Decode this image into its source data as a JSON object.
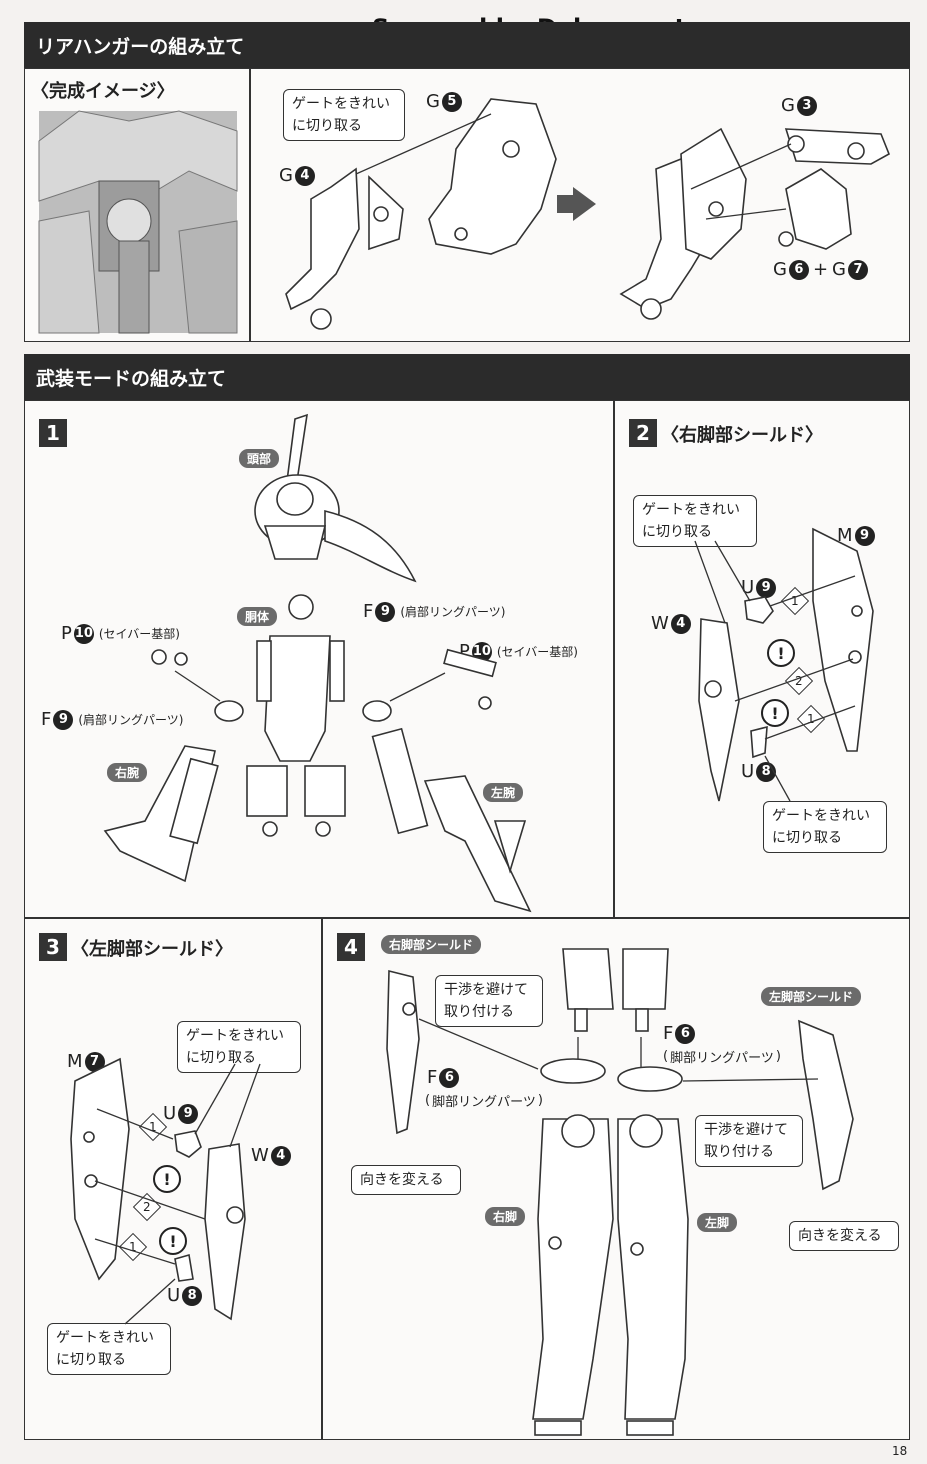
{
  "watermark": "Scanned by Dalong.net",
  "rear_hanger": {
    "title": "リアハンガーの組み立て",
    "complete_image_label": "〈完成イメージ〉",
    "gate_note": [
      "ゲートをきれい",
      "に切り取る"
    ],
    "parts": [
      {
        "letter": "G",
        "num": "5"
      },
      {
        "letter": "G",
        "num": "4"
      },
      {
        "letter": "G",
        "num": "3"
      },
      {
        "letter": "G",
        "num": "6"
      },
      {
        "letter": "G",
        "num": "7"
      }
    ]
  },
  "armed_mode": {
    "title": "武装モードの組み立て",
    "step1": {
      "num": "1",
      "tags": {
        "head": "頭部",
        "body": "胴体",
        "right_arm": "右腕",
        "left_arm": "左腕"
      },
      "parts": [
        {
          "letter": "P",
          "num": "10",
          "desc": "(セイバー基部)"
        },
        {
          "letter": "F",
          "num": "9",
          "desc": "(肩部リングパーツ)"
        },
        {
          "letter": "F",
          "num": "9",
          "desc": "(肩部リングパーツ)"
        },
        {
          "letter": "P",
          "num": "10",
          "desc": "(セイバー基部)"
        }
      ]
    },
    "step2": {
      "num": "2",
      "title": "〈右脚部シールド〉",
      "gate_note": [
        "ゲートをきれい",
        "に切り取る"
      ],
      "parts": [
        {
          "letter": "M",
          "num": "9"
        },
        {
          "letter": "U",
          "num": "9"
        },
        {
          "letter": "W",
          "num": "4"
        },
        {
          "letter": "U",
          "num": "8"
        }
      ],
      "orders": [
        "1",
        "2",
        "1"
      ],
      "warn": "!"
    },
    "step3": {
      "num": "3",
      "title": "〈左脚部シールド〉",
      "gate_note": [
        "ゲートをきれい",
        "に切り取る"
      ],
      "parts": [
        {
          "letter": "M",
          "num": "7"
        },
        {
          "letter": "U",
          "num": "9"
        },
        {
          "letter": "W",
          "num": "4"
        },
        {
          "letter": "U",
          "num": "8"
        }
      ],
      "orders": [
        "1",
        "2",
        "1"
      ],
      "warn": "!"
    },
    "step4": {
      "num": "4",
      "tags": {
        "right_shield": "右脚部シールド",
        "left_shield": "左脚部シールド",
        "right_leg": "右脚",
        "left_leg": "左脚"
      },
      "avoid_note": [
        "干渉を避けて",
        "取り付ける"
      ],
      "turn_note": "向きを変える",
      "parts": [
        {
          "letter": "F",
          "num": "6",
          "desc": "脚部リングパーツ"
        }
      ],
      "paren_open": "(",
      "paren_close": ")"
    }
  },
  "page_number": "18"
}
